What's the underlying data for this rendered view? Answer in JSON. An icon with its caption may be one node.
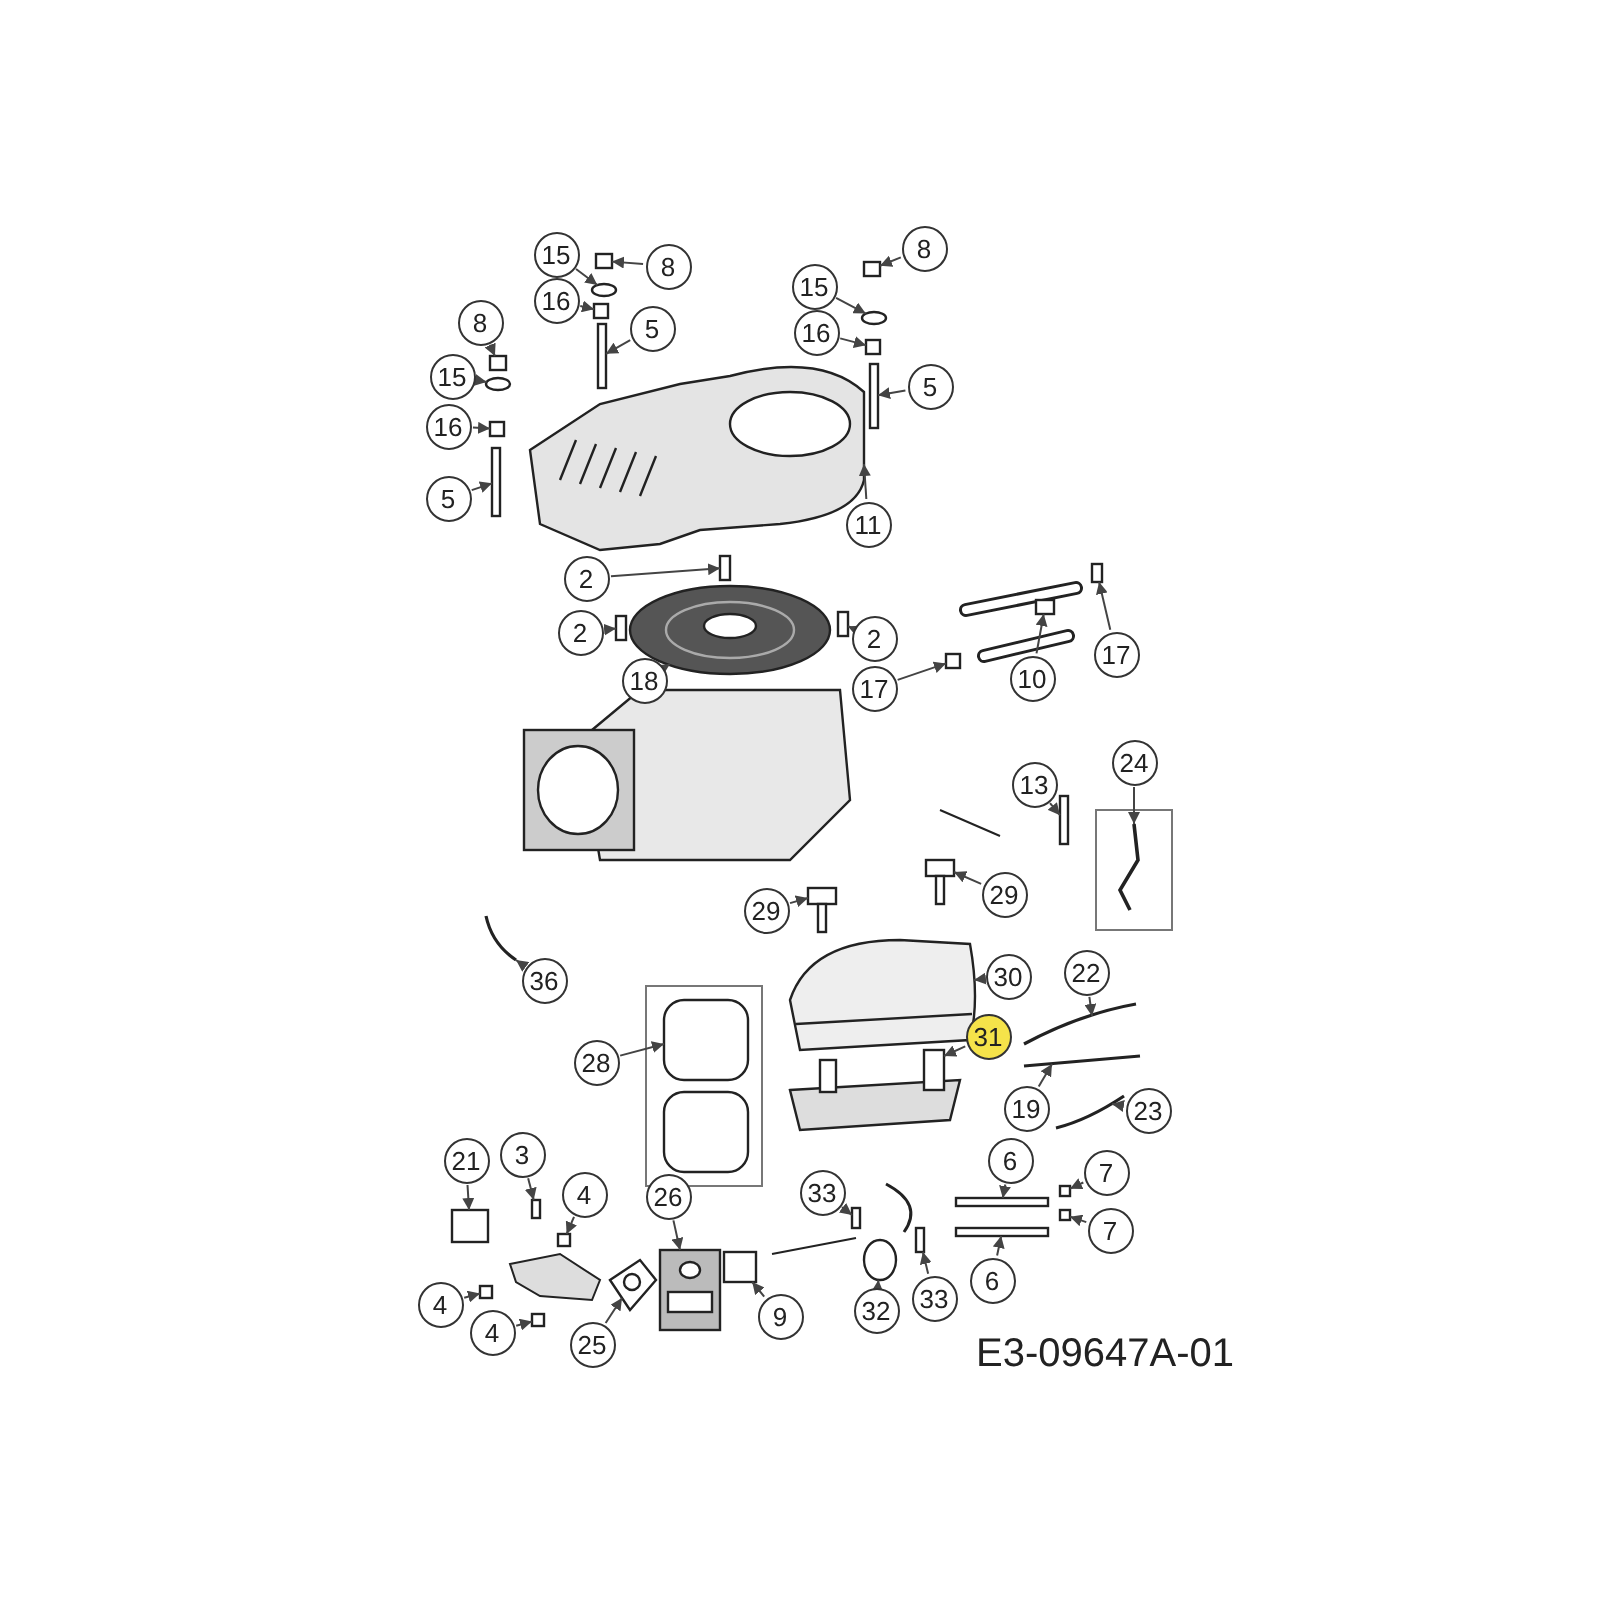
{
  "diagram": {
    "nodes": [
      {
        "text": [
          "15"
        ]
      },
      {
        "text": [
          "8"
        ]
      },
      {
        "text": [
          "16"
        ]
      },
      {
        "text": [
          "5"
        ]
      },
      {
        "text": [
          "8"
        ]
      },
      {
        "text": [
          "15"
        ]
      },
      {
        "text": [
          "16"
        ]
      },
      {
        "text": [
          "5"
        ]
      },
      {
        "text": [
          "8"
        ]
      },
      {
        "text": [
          "15"
        ]
      },
      {
        "text": [
          "16"
        ]
      },
      {
        "text": [
          "5"
        ]
      },
      {
        "text": [
          "11"
        ]
      },
      {
        "text": [
          "2"
        ]
      },
      {
        "text": [
          "2"
        ]
      },
      {
        "text": [
          "2"
        ]
      },
      {
        "text": [
          "18"
        ]
      },
      {
        "text": [
          "17"
        ]
      },
      {
        "text": [
          "10"
        ]
      },
      {
        "text": [
          "17"
        ]
      },
      {
        "text": [
          "13"
        ]
      },
      {
        "text": [
          "24"
        ]
      },
      {
        "text": [
          "29"
        ]
      },
      {
        "text": [
          "29"
        ]
      },
      {
        "text": [
          "36"
        ]
      },
      {
        "text": [
          "30"
        ]
      },
      {
        "text": [
          "22"
        ]
      },
      {
        "text": [
          "28"
        ]
      },
      {
        "text": [
          "31"
        ]
      },
      {
        "text": [
          "19"
        ]
      },
      {
        "text": [
          "23"
        ]
      },
      {
        "text": [
          "21"
        ]
      },
      {
        "text": [
          "3"
        ]
      },
      {
        "text": [
          "4"
        ]
      },
      {
        "text": [
          "26"
        ]
      },
      {
        "text": [
          "6"
        ]
      },
      {
        "text": [
          "7"
        ]
      },
      {
        "text": [
          "33"
        ]
      },
      {
        "text": [
          "7"
        ]
      },
      {
        "text": [
          "4"
        ]
      },
      {
        "text": [
          "4"
        ]
      },
      {
        "text": [
          "25"
        ]
      },
      {
        "text": [
          "9"
        ]
      },
      {
        "text": [
          "32"
        ]
      },
      {
        "text": [
          "33"
        ]
      },
      {
        "text": [
          "6"
        ]
      },
      {
        "text": [],
        "shape": "circle"
      },
      {
        "text": [],
        "shape": "box"
      },
      {
        "text": [],
        "shape": "box"
      },
      {
        "text": [],
        "shape": "box"
      },
      {
        "text": [],
        "shape": "box"
      },
      {
        "text": [],
        "shape": "circle"
      },
      {
        "text": [],
        "shape": "box"
      },
      {
        "text": [],
        "shape": "box"
      },
      {
        "text": [],
        "shape": "box"
      },
      {
        "text": [],
        "shape": "circle"
      },
      {
        "text": [],
        "shape": "box"
      },
      {
        "text": [],
        "shape": "box"
      },
      {
        "text": [],
        "shape": "picture"
      },
      {
        "text": [],
        "shape": "box"
      },
      {
        "text": [],
        "shape": "box"
      },
      {
        "text": [],
        "shape": "box"
      },
      {
        "text": [],
        "shape": "picture"
      },
      {
        "text": [],
        "shape": "box"
      },
      {
        "text": [],
        "shape": "box"
      },
      {
        "text": [],
        "shape": "box"
      },
      {
        "text": [],
        "shape": "box"
      },
      {
        "text": [],
        "shape": "picture"
      },
      {
        "text": [],
        "shape": "picture"
      },
      {
        "text": [],
        "shape": "picture"
      },
      {
        "text": [],
        "shape": "picture"
      },
      {
        "text": [],
        "shape": "picture"
      },
      {
        "text": [],
        "shape": "picture"
      },
      {
        "text": [],
        "shape": "picture"
      },
      {
        "text": [],
        "shape": "picture"
      },
      {
        "text": [],
        "shape": "picture"
      },
      {
        "text": [],
        "shape": "picture"
      },
      {
        "text": [],
        "shape": "box"
      },
      {
        "text": [],
        "shape": "box"
      },
      {
        "text": [],
        "shape": "box"
      },
      {
        "text": [],
        "shape": "picture"
      },
      {
        "text": [],
        "shape": "box"
      },
      {
        "text": [],
        "shape": "box"
      },
      {
        "text": [],
        "shape": "box"
      },
      {
        "text": [],
        "shape": "box"
      },
      {
        "text": [],
        "shape": "box"
      },
      {
        "text": [],
        "shape": "box"
      },
      {
        "text": [],
        "shape": "picture"
      },
      {
        "text": [],
        "shape": "box"
      },
      {
        "text": [],
        "shape": "circle"
      },
      {
        "text": [],
        "shape": "box"
      },
      {
        "text": [],
        "shape": "box"
      }
    ],
    "edges": [
      {
        "from": 0,
        "to": 46,
        "arrow": "to"
      },
      {
        "from": 1,
        "to": 47,
        "arrow": "to"
      },
      {
        "from": 2,
        "to": 48,
        "arrow": "to"
      },
      {
        "from": 3,
        "to": 49,
        "arrow": "to"
      },
      {
        "from": 4,
        "to": 50,
        "arrow": "to"
      },
      {
        "from": 5,
        "to": 51,
        "arrow": "to"
      },
      {
        "from": 6,
        "to": 52,
        "arrow": "to"
      },
      {
        "from": 7,
        "to": 53,
        "arrow": "to"
      },
      {
        "from": 8,
        "to": 54,
        "arrow": "to"
      },
      {
        "from": 9,
        "to": 55,
        "arrow": "to"
      },
      {
        "from": 10,
        "to": 56,
        "arrow": "to"
      },
      {
        "from": 11,
        "to": 57,
        "arrow": "to"
      },
      {
        "from": 12,
        "to": 58,
        "arrow": "to"
      },
      {
        "from": 13,
        "to": 59,
        "arrow": "to"
      },
      {
        "from": 14,
        "to": 60,
        "arrow": "to"
      },
      {
        "from": 15,
        "to": 61,
        "arrow": "to"
      },
      {
        "from": 16,
        "to": 62,
        "arrow": "to"
      },
      {
        "from": 17,
        "to": 63,
        "arrow": "to"
      },
      {
        "from": 18,
        "to": 64,
        "arrow": "to"
      },
      {
        "from": 19,
        "to": 65,
        "arrow": "to"
      },
      {
        "from": 20,
        "to": 66,
        "arrow": "to"
      },
      {
        "from": 21,
        "to": 67,
        "arrow": "to"
      },
      {
        "from": 22,
        "to": 68,
        "arrow": "to"
      },
      {
        "from": 23,
        "to": 69,
        "arrow": "to"
      },
      {
        "from": 24,
        "to": 70,
        "arrow": "to"
      },
      {
        "from": 25,
        "to": 71,
        "arrow": "to"
      },
      {
        "from": 26,
        "to": 72,
        "arrow": "to"
      },
      {
        "from": 27,
        "to": 73,
        "arrow": "to"
      },
      {
        "from": 28,
        "to": 74,
        "arrow": "to"
      },
      {
        "from": 29,
        "to": 75,
        "arrow": "to"
      },
      {
        "from": 30,
        "to": 76,
        "arrow": "to"
      },
      {
        "from": 31,
        "to": 77,
        "arrow": "to"
      },
      {
        "from": 32,
        "to": 78,
        "arrow": "to"
      },
      {
        "from": 33,
        "to": 79,
        "arrow": "to"
      },
      {
        "from": 34,
        "to": 80,
        "arrow": "to"
      },
      {
        "from": 35,
        "to": 81,
        "arrow": "to"
      },
      {
        "from": 36,
        "to": 82,
        "arrow": "to"
      },
      {
        "from": 37,
        "to": 83,
        "arrow": "to"
      },
      {
        "from": 38,
        "to": 84,
        "arrow": "to"
      },
      {
        "from": 39,
        "to": 85,
        "arrow": "to"
      },
      {
        "from": 40,
        "to": 86,
        "arrow": "to"
      },
      {
        "from": 41,
        "to": 87,
        "arrow": "to"
      },
      {
        "from": 42,
        "to": 88,
        "arrow": "to"
      },
      {
        "from": 43,
        "to": 89,
        "arrow": "to"
      },
      {
        "from": 44,
        "to": 90,
        "arrow": "to"
      },
      {
        "from": 45,
        "to": 91,
        "arrow": "to"
      }
    ],
    "labels": [
      "E3-09647A-01"
    ]
  }
}
